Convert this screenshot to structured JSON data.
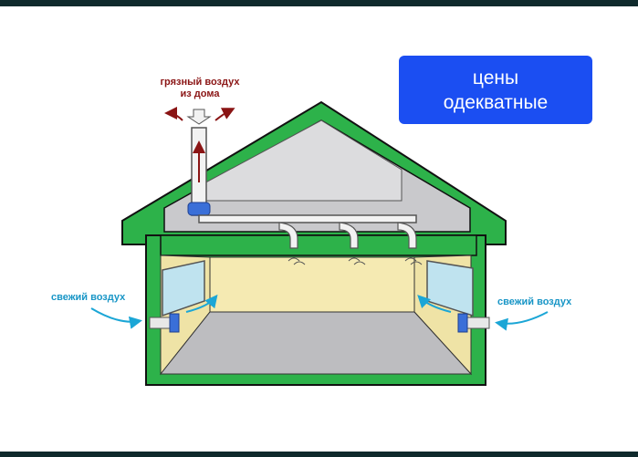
{
  "price_badge": {
    "line1": "цены",
    "line2": "одекватные",
    "color": "#1b4ef2"
  },
  "labels": {
    "exhaust_line1": "грязный воздух",
    "exhaust_line2": "из дома",
    "fresh_air_left": "свежий воздух",
    "fresh_air_right": "свежий воздух"
  },
  "colors": {
    "wall_green": "#2db24a",
    "interior_yellow": "#f5eab2",
    "attic_grey": "#c9c9cc",
    "floor_grey": "#bdbdc0",
    "exhaust_text": "#8a1414",
    "fresh_air_text": "#1795c6",
    "fan": "#3a6fd8"
  }
}
